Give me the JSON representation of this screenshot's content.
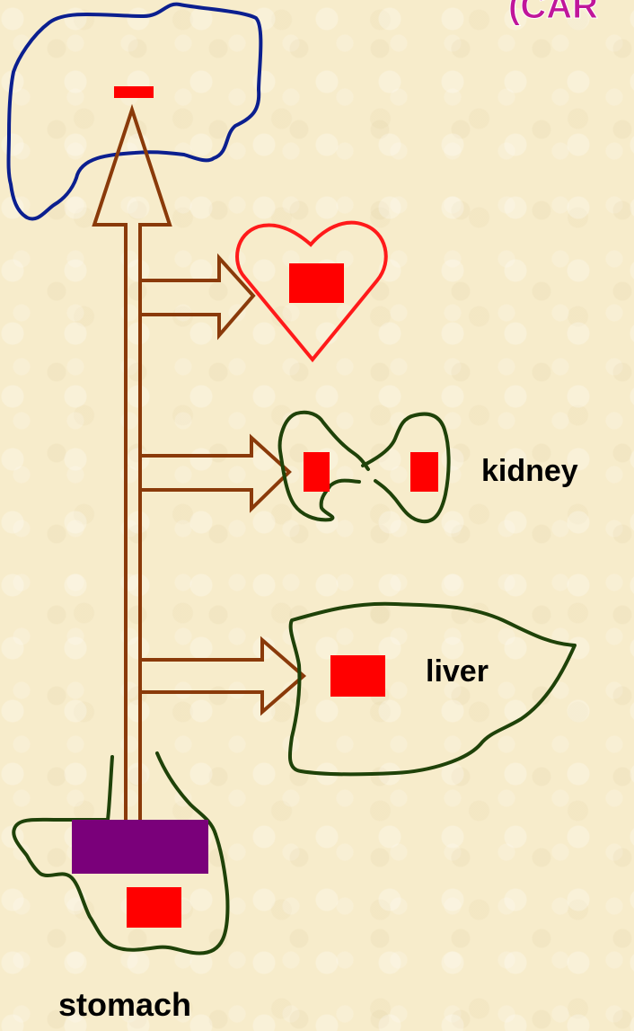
{
  "title_fragment": "(CAR",
  "labels": {
    "kidney": "kidney",
    "liver": "liver",
    "stomach": "stomach"
  },
  "colors": {
    "background": "#f7eccb",
    "title": "#c0169a",
    "lung_outline": "#0b1f8f",
    "heart_outline": "#ff1a1a",
    "organ_outline": "#1f4209",
    "arrow": "#8a3a0a",
    "marker": "#ff0000",
    "stomach_block": "#7a007a"
  }
}
